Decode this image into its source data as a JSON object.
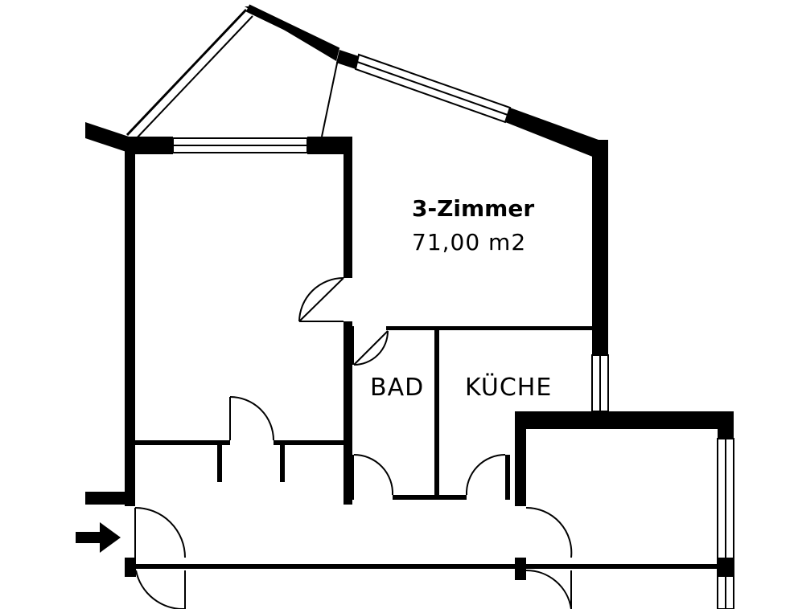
{
  "apartment": {
    "title": "3-Zimmer",
    "area": "71,00 m2"
  },
  "rooms": {
    "bath": "BAD",
    "kitchen": "KÜCHE"
  },
  "colors": {
    "wall": "#000000",
    "background": "#ffffff"
  },
  "icons": {
    "entrance": "arrow-right-icon"
  }
}
